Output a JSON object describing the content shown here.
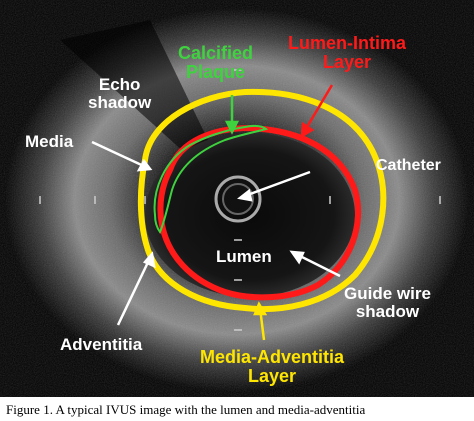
{
  "labels": {
    "calcified_plaque": "Calcified\nPlaque",
    "lumen_intima": "Lumen-Intima\nLayer",
    "echo_shadow": "Echo\nshadow",
    "media": "Media",
    "catheter": "Catheter",
    "lumen": "Lumen",
    "guide_wire_shadow": "Guide wire\nshadow",
    "adventitia": "Adventitia",
    "media_adventitia": "Media-Adventitia\nLayer"
  },
  "caption": "Figure 1.     A typical IVUS image with the lumen and media-adventitia",
  "colors": {
    "lumen_intima_border": "#ff1a1a",
    "media_adventitia_border": "#ffe600",
    "calcified_plaque_outline": "#3fd23f",
    "label_white": "#ffffff"
  }
}
